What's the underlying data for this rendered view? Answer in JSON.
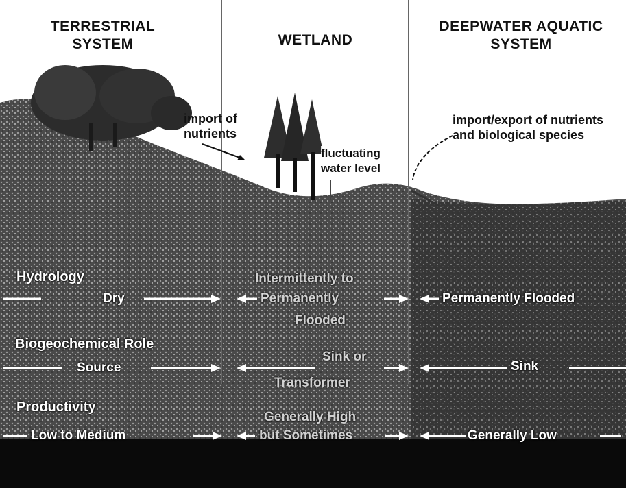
{
  "headers": {
    "terrestrial": "TERRESTRIAL SYSTEM",
    "wetland": "WETLAND",
    "deepwater": "DEEPWATER AQUATIC SYSTEM"
  },
  "annotations": {
    "import_nutrients": "import of nutrients",
    "fluctuating": "fluctuating water level",
    "import_export": "import/export of nutrients and biological species"
  },
  "rows": [
    {
      "label": "Hydrology",
      "terrestrial": "Dry",
      "wetland_1": "Intermittently to",
      "wetland_2": "Permanently",
      "wetland_3": "Flooded",
      "deepwater": "Permanently Flooded"
    },
    {
      "label": "Biogeochemical Role",
      "terrestrial": "Source",
      "wetland_1": "Sink or",
      "wetland_2": "Transformer",
      "deepwater": "Sink"
    },
    {
      "label": "Productivity",
      "terrestrial": "Low to Medium",
      "wetland_1": "Generally High",
      "wetland_2": "but Sometimes",
      "deepwater": "Generally Low"
    }
  ],
  "colors": {
    "sky": "#ffffff",
    "ground": "#5a5a5a",
    "water": "#2e2e2e",
    "tree_canopy": "#3a3a3a",
    "divider": "#555555"
  }
}
